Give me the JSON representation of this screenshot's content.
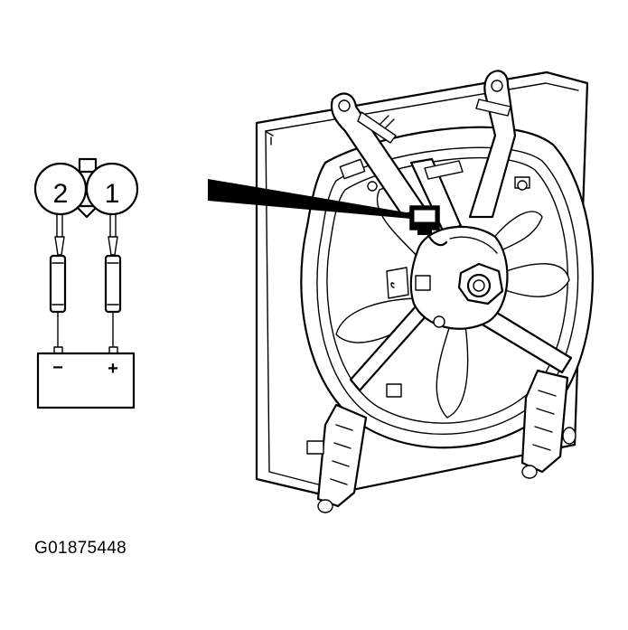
{
  "connector": {
    "pin_2_label": "2",
    "pin_1_label": "1"
  },
  "battery": {
    "negative_label": "−",
    "positive_label": "+"
  },
  "figure_id": "G01875448"
}
